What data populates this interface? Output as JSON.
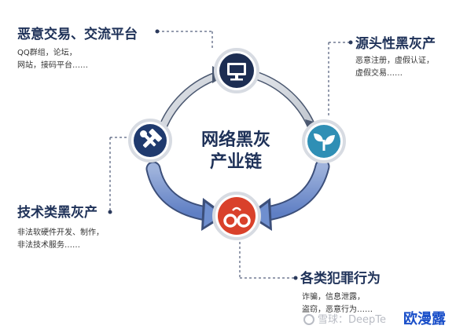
{
  "center": {
    "line1": "网络黑灰",
    "line2": "产业链"
  },
  "nodes": {
    "top_left": {
      "title": "恶意交易、交流平台",
      "lines": [
        "QQ群组，论坛，",
        "网站，接码平台……"
      ]
    },
    "top_right": {
      "title": "源头性黑灰产",
      "lines": [
        "恶意注册，虚假认证，",
        "虚假交易……"
      ]
    },
    "left": {
      "title": "技术类黑灰产",
      "lines": [
        "非法软硬件开发、制作，",
        "非法技术服务……"
      ]
    },
    "bottom": {
      "title": "各类犯罪行为",
      "lines": [
        "诈骗，信息泄露，",
        "盗窃，恶意行为……"
      ]
    }
  },
  "watermark": "雪球：DeepTe",
  "brand": "欧漫露",
  "colors": {
    "navy": "#1e3158",
    "ring_gray": "#c9ced6",
    "blue_arrow": "#6f8fcf",
    "green_node": "#2f8fb5",
    "tools_node": "#1f3a6e",
    "red_node": "#d9412b"
  },
  "icons": {
    "top": "monitor-icon",
    "right": "sprout-icon",
    "left": "tools-icon",
    "bottom": "handcuffs-icon"
  }
}
